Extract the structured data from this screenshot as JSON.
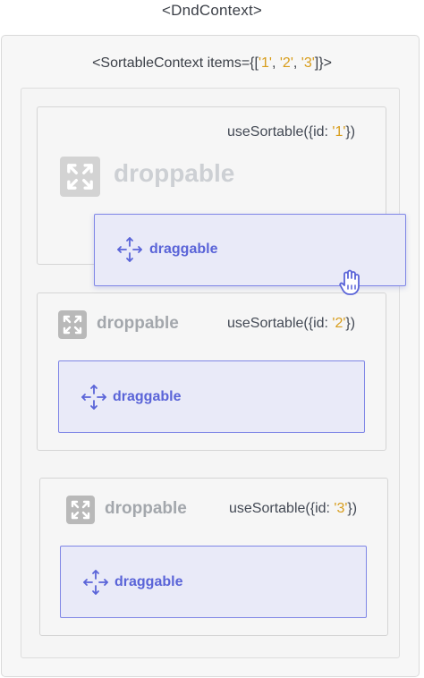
{
  "dnd_context": {
    "label": "<DndContext>"
  },
  "sortable_context": {
    "prefix": "<SortableContext items={[",
    "ids": [
      "'1'",
      "'2'",
      "'3'"
    ],
    "separator": ", ",
    "suffix": "]}>"
  },
  "items": [
    {
      "sortable_prefix": "useSortable({id: ",
      "sortable_id": "'1'",
      "sortable_suffix": "})",
      "droppable_label": "droppable",
      "draggable_label": "draggable"
    },
    {
      "sortable_prefix": "useSortable({id: ",
      "sortable_id": "'2'",
      "sortable_suffix": "})",
      "droppable_label": "droppable",
      "draggable_label": "draggable"
    },
    {
      "sortable_prefix": "useSortable({id: ",
      "sortable_id": "'3'",
      "sortable_suffix": "})",
      "droppable_label": "droppable",
      "draggable_label": "draggable"
    }
  ],
  "colors": {
    "code_value": "#d89d1c",
    "draggable_accent": "#5a64d8",
    "draggable_fill": "#e9eaf8",
    "droppable_text": "#a3a7ac"
  },
  "icons": {
    "droppable": "expand-arrows-icon",
    "draggable": "move-arrows-icon",
    "cursor": "grab-hand-icon"
  }
}
